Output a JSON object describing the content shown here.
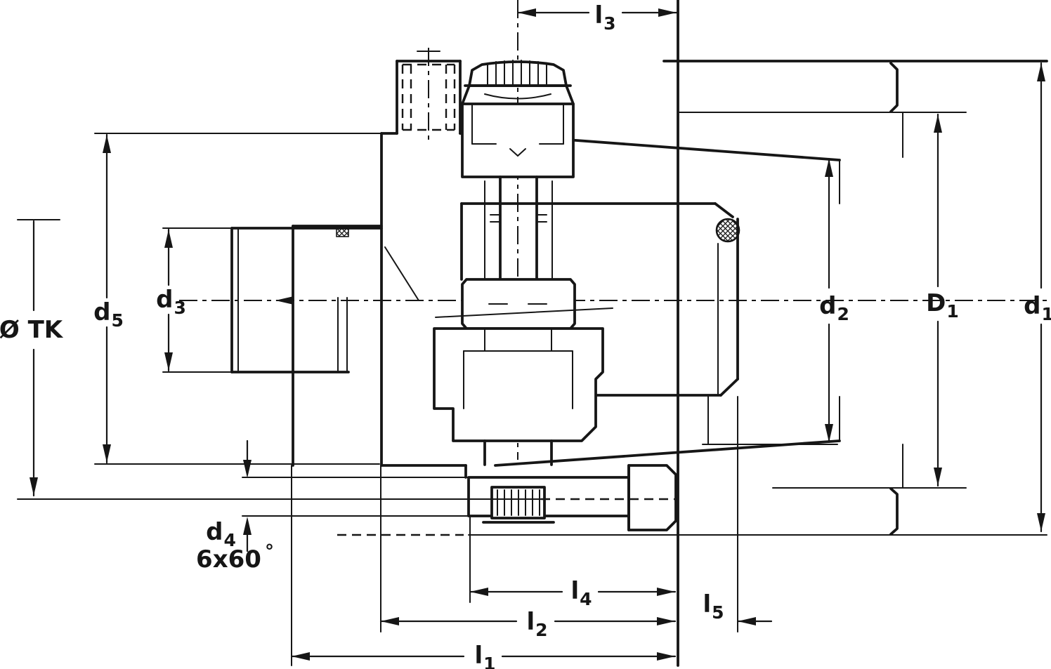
{
  "figure": {
    "type": "engineering-cross-section",
    "description": "Dimensional drawing of a flanged coupling / clamping bolt assembly, side cross-section",
    "background_color": "#ffffff",
    "ink_color": "#161616"
  },
  "dimension_labels": {
    "l3": {
      "main": "l",
      "sub": "3"
    },
    "d5": {
      "main": "d",
      "sub": "5"
    },
    "d3": {
      "main": "d",
      "sub": "3"
    },
    "tk": {
      "text": "Ø TK"
    },
    "d4": {
      "main": "d",
      "sub": "4"
    },
    "holes": {
      "text": "6x60",
      "sup": "°"
    },
    "d2": {
      "main": "d",
      "sub": "2"
    },
    "D1": {
      "main": "D",
      "sub": "1"
    },
    "d1": {
      "main": "d",
      "sub": "1"
    },
    "l4": {
      "main": "l",
      "sub": "4"
    },
    "l5": {
      "main": "l",
      "sub": "5"
    },
    "l2": {
      "main": "l",
      "sub": "2"
    },
    "l1": {
      "main": "l",
      "sub": "1"
    }
  }
}
